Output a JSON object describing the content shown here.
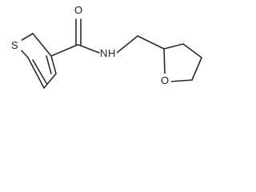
{
  "molecule": {
    "atoms": {
      "sulfur": "S",
      "carbonyl_oxygen": "O",
      "amide_nitrogen": "N",
      "amide_hydrogen": "H",
      "ring_oxygen": "O"
    },
    "colors": {
      "bond": "#2b2b2b",
      "label": "#222222",
      "background": "#ffffff"
    }
  }
}
